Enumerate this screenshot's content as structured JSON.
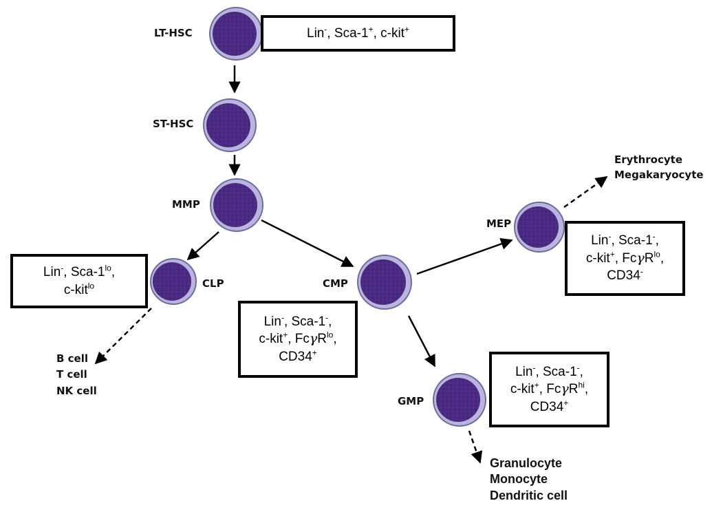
{
  "cells": {
    "lt_hsc": "LT-HSC",
    "st_hsc": "ST-HSC",
    "mmp": "MMP",
    "clp": "CLP",
    "cmp": "CMP",
    "mep": "MEP",
    "gmp": "GMP"
  },
  "outcomes": {
    "mep": [
      "Erythrocyte",
      "Megakaryocyte"
    ],
    "clp": [
      "B cell",
      "T cell",
      "NK cell"
    ],
    "gmp": [
      "Granulocyte",
      "Monocyte",
      "Dendritic cell"
    ]
  },
  "markers": {
    "lin": "Lin",
    "sca1": "Sca-1",
    "ckit": "c-kit",
    "fcgr_prefix": "Fc",
    "gamma": "γ",
    "fcgr_suffix": "R",
    "cd34": "CD34",
    "minus": "-",
    "plus": "+",
    "lo": "lo",
    "hi": "hi",
    "comma": ","
  },
  "colors": {
    "cell_fill": "#4a2a82",
    "cell_texture": "#3a1d6b",
    "cell_rim": "#b9b5dd",
    "cell_outline": "#6d6aa3",
    "arrow": "#000000"
  }
}
